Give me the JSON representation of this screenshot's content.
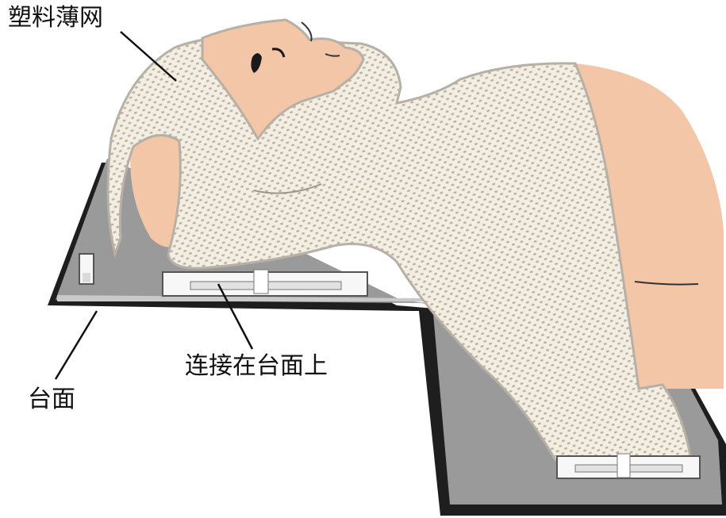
{
  "labels": {
    "mask": "塑料薄网",
    "connector": "连接在台面上",
    "table": "台面"
  },
  "colors": {
    "skin": "#f2c6a6",
    "skin_shadow": "#e6ad88",
    "mesh": "#f3eee4",
    "mesh_dot": "#bfb39d",
    "mesh_edge": "#b7b0a6",
    "table_top": "#9a9a9a",
    "table_edge": "#1e1e1e",
    "clip": "#f7f7f7",
    "line": "#111111"
  }
}
